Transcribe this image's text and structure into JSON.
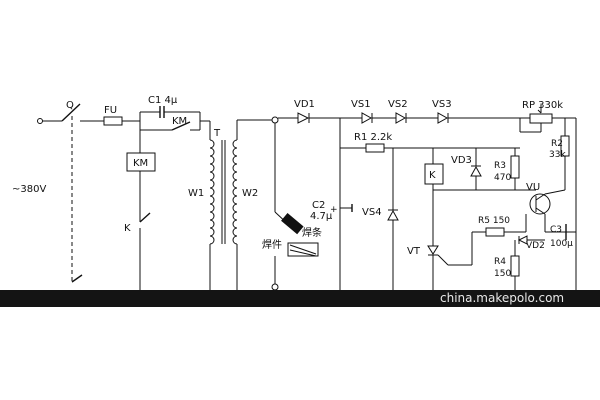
{
  "labels": {
    "Q": "Q",
    "FU": "FU",
    "C1": "C1 4μ",
    "KM_contact": "KM",
    "KM_coil": "KM",
    "T": "T",
    "W1": "W1",
    "W2": "W2",
    "K_switch": "K",
    "voltage": "~380V",
    "VD1": "VD1",
    "VS1": "VS1",
    "VS2": "VS2",
    "VS3": "VS3",
    "RP": "RP  330k",
    "R1": "R1 2.2k",
    "R2": "R2",
    "R2_val": "33k",
    "VD3": "VD3",
    "K_relay": "K",
    "R3": "R3",
    "R3_val": "470",
    "VU": "VU",
    "C2": "C2",
    "C2_val": "4.7μ",
    "VS4": "VS4",
    "electrode": "焊条",
    "workpiece": "焊件",
    "R5": "R5 150",
    "C3": "C3",
    "C3_val": "100μ",
    "VT": "VT",
    "VD2": "VD2",
    "R4": "R4",
    "R4_val": "150"
  },
  "watermark": "china.makepolo.com",
  "colors": {
    "ink": "#111111",
    "ground_bar": "#141414",
    "watermark": "#e8e8e8"
  }
}
